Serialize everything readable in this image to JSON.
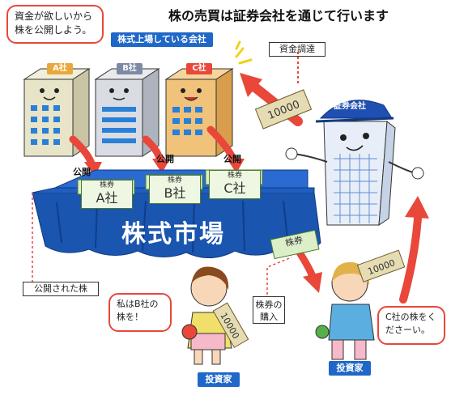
{
  "title": "株の売買は証券会社を通じて行います",
  "speech_company": "資金が欲しいから株を公開しよう。",
  "listed_label": "株式上場している会社",
  "companies": [
    {
      "label": "A社",
      "color": "#e8e4c8",
      "tag": "#e8a93b"
    },
    {
      "label": "B社",
      "color": "#d9dde3",
      "tag": "#9aa6b8"
    },
    {
      "label": "C社",
      "color": "#f0c27a",
      "tag": "#e8473a"
    }
  ],
  "public_label": "公開",
  "market_label": "株式市場",
  "stock_cards": [
    "A社",
    "B社",
    "C社"
  ],
  "stock_word": "株券",
  "funding_label": "資金調達",
  "broker_label": "証券会社",
  "money_label": "10000",
  "published_stock_label": "公開された株",
  "investor_girl_speech": "私はB社の株を！",
  "stock_purchase_label": "株券の購入",
  "investor_child_speech": "C社の株をくださーい。",
  "investor_label": "投資家",
  "colors": {
    "red": "#e8473a",
    "blue": "#1f67c8",
    "table": "#1a55b0",
    "money": "#e6dcb4",
    "paper": "#dcefc8"
  }
}
